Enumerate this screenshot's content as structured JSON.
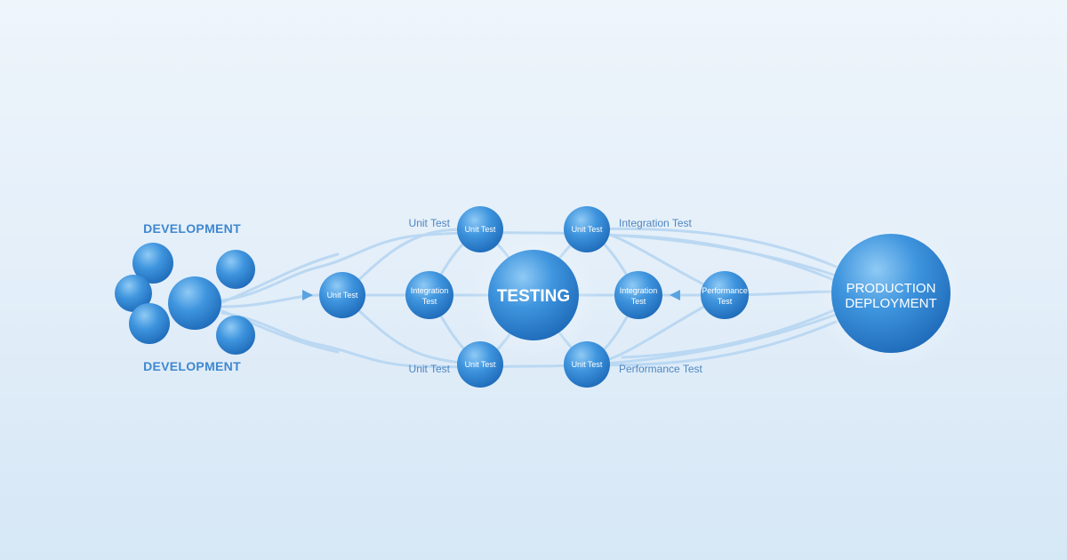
{
  "colors": {
    "node_fill": "#3d94dd",
    "node_light": "#7ec0f2",
    "node_dark": "#1f6fbf",
    "connector": "#a9cdf0",
    "label": "#3f87cf",
    "caption": "#4f86c0"
  },
  "labels": {
    "development_top": "DEVELOPMENT",
    "development_bottom": "DEVELOPMENT",
    "testing": "TESTING",
    "production": [
      "PRODUCTION",
      "DEPLOYMENT"
    ]
  },
  "test_nodes": [
    {
      "id": "unit-left",
      "lines": [
        "Unit Test"
      ]
    },
    {
      "id": "integration-left",
      "lines": [
        "Integration",
        "Test"
      ]
    },
    {
      "id": "unit-top-left",
      "lines": [
        "Unit Test"
      ]
    },
    {
      "id": "unit-bottom-left",
      "lines": [
        "Unit Test"
      ]
    },
    {
      "id": "unit-top-right",
      "lines": [
        "Unit Test"
      ]
    },
    {
      "id": "unit-bottom-right",
      "lines": [
        "Unit Test"
      ]
    },
    {
      "id": "integration-right",
      "lines": [
        "Integration",
        "Test"
      ]
    },
    {
      "id": "performance-right",
      "lines": [
        "Performance",
        "Test"
      ]
    }
  ],
  "captions": [
    {
      "id": "unit-top",
      "text": "Unit Test"
    },
    {
      "id": "unit-bottom",
      "text": "Unit Test"
    },
    {
      "id": "integration-top",
      "text": "Integration Test"
    },
    {
      "id": "performance-bottom",
      "text": "Performance Test"
    }
  ]
}
